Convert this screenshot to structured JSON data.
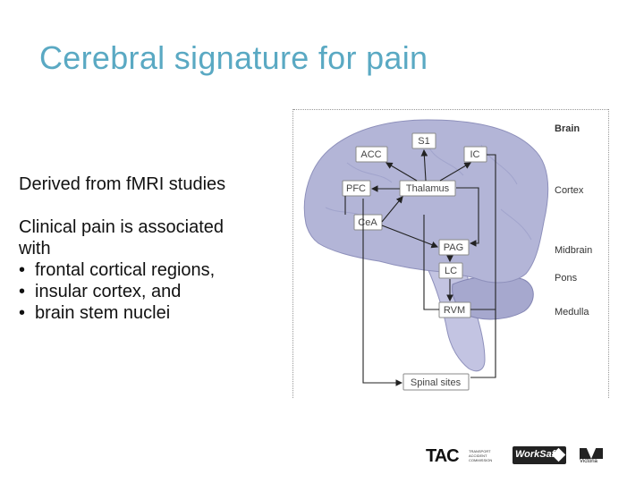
{
  "slide": {
    "title": "Cerebral signature for pain",
    "intro": "Derived from fMRI studies",
    "body_lead_1": "Clinical pain is associated",
    "body_lead_2": "with",
    "bullets": [
      "frontal cortical regions,",
      "insular cortex, and",
      "brain stem nuclei"
    ],
    "bullet_glyph": "•"
  },
  "diagram": {
    "nodes": {
      "s1": "S1",
      "acc": "ACC",
      "ic": "IC",
      "pfc": "PFC",
      "thalamus": "Thalamus",
      "cea": "CeA",
      "pag": "PAG",
      "lc": "LC",
      "rvm": "RVM",
      "spinal": "Spinal sites"
    },
    "regions": {
      "brain": "Brain",
      "cortex": "Cortex",
      "midbrain": "Midbrain",
      "pons": "Pons",
      "medulla": "Medulla"
    },
    "colors": {
      "brain_fill": "#b3b5d7",
      "brainstem_fill": "#c3c4e2",
      "cerebellum_fill": "#a6a8ce"
    }
  },
  "logos": {
    "tac": "TAC",
    "tac_sub": "TRANSPORT ACCIDENT COMMISSION",
    "worksafe": "WorkSafe",
    "victoria": "Victoria"
  }
}
